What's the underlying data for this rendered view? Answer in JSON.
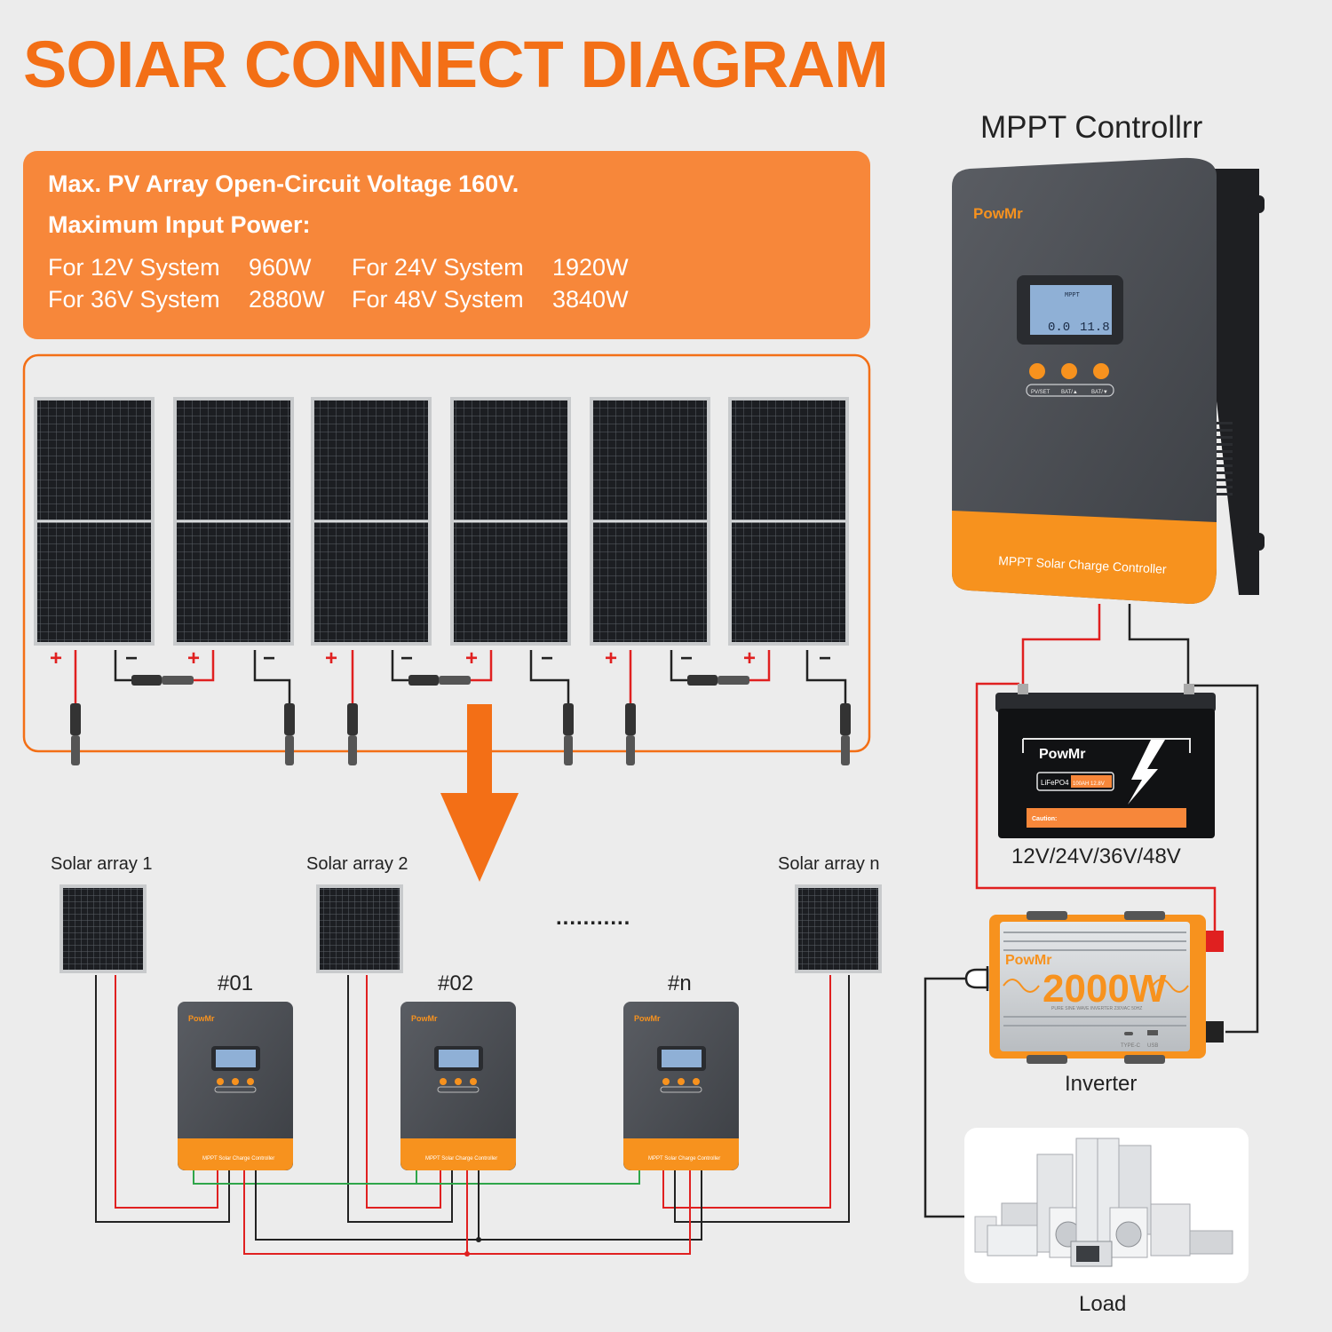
{
  "title": "SOIAR CONNECT DIAGRAM",
  "specs": {
    "line1": "Max. PV Array Open-Circuit Voltage 160V.",
    "line2": "Maximum Input Power:",
    "rows": [
      {
        "system": "For 12V System",
        "power": "960W",
        "system2": "For 24V System",
        "power2": "1920W"
      },
      {
        "system": "For 36V System",
        "power": "2880W",
        "system2": "For 48V System",
        "power2": "3840W"
      }
    ]
  },
  "polarity": {
    "plus": "+",
    "minus": "−"
  },
  "mppt": {
    "heading": "MPPT Controllrr",
    "brand": "PowMr",
    "footer": "MPPT Solar Charge Controller",
    "screen": {
      "mode": "MPPT",
      "left": "0.0",
      "right": "11.8"
    },
    "buttons": [
      "PV/SET",
      "BAT/▲",
      "BAT/▼"
    ]
  },
  "battery": {
    "brand": "PowMr",
    "chem": "LiFePO4",
    "rating": "100AH 12.8V",
    "caution": "Caution:",
    "voltages": "12V/24V/36V/48V"
  },
  "inverter": {
    "brand": "PowMr",
    "power": "2000W",
    "sub": "PURE SINE WAVE INVERTER 230VAC 50HZ",
    "ports": [
      "TYPE-C",
      "USB"
    ],
    "label": "Inverter"
  },
  "load": {
    "label": "Load"
  },
  "arrays": [
    {
      "label": "Solar array 1",
      "controller": "#01"
    },
    {
      "label": "Solar array 2",
      "controller": "#02"
    },
    {
      "label": "Solar array n",
      "controller": "#n"
    }
  ],
  "ellipsis": "...........",
  "colors": {
    "orange": "#f36f16",
    "panel_orange": "#f7873a",
    "wire_red": "#e02020",
    "wire_black": "#222222",
    "wire_green": "#2fa64a",
    "controller_grey": "#4a4d52"
  }
}
